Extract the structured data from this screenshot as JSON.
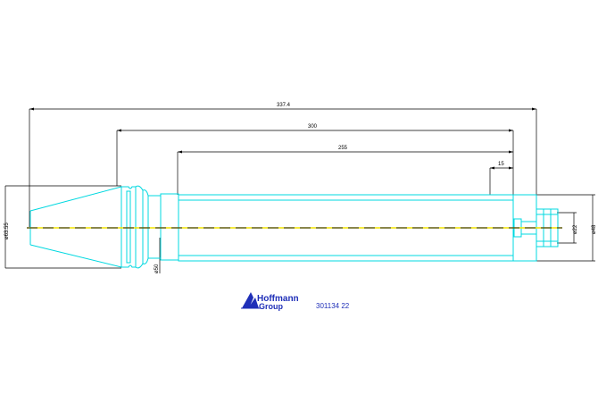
{
  "dimensions": {
    "overall_length": "337.4",
    "body_length": "300",
    "bore_depth": "255",
    "tip_offset": "15",
    "taper_dia": "ø63.55",
    "shank_dia": "ø50",
    "outer_dia": "ø48",
    "bore_dia": "ø22"
  },
  "logo": {
    "line1": "Hoffmann",
    "line2": "Group"
  },
  "part_number": "301134 22",
  "colors": {
    "outline": "#00d8e0",
    "centerline_yellow": "#f2e400",
    "centerline_dash": "#1a1a1a",
    "dimension": "#000000",
    "logo": "#1f2fb8"
  }
}
